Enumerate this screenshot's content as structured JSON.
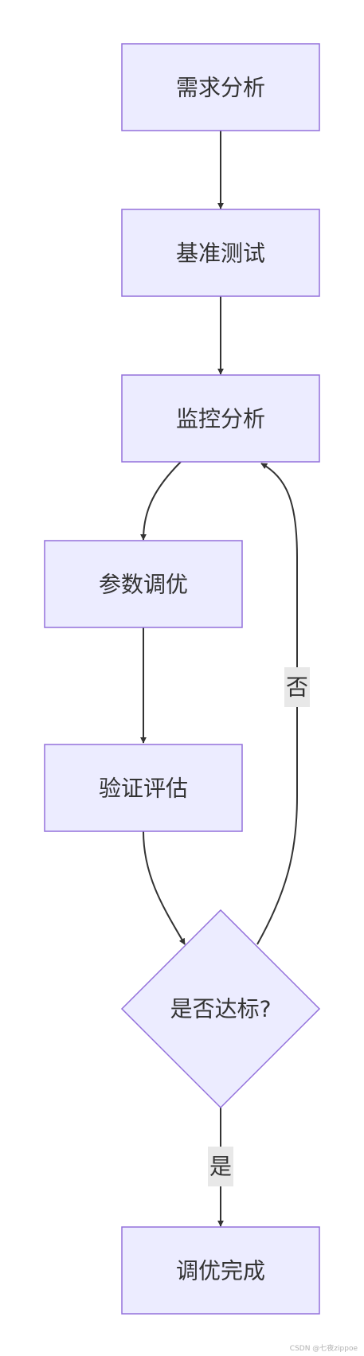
{
  "nodes": {
    "requirements": "需求分析",
    "benchmark": "基准测试",
    "monitor": "监控分析",
    "tuning": "参数调优",
    "validation": "验证评估",
    "decision": "是否达标?",
    "complete": "调优完成"
  },
  "edges": {
    "no_label": "否",
    "yes_label": "是"
  },
  "watermark": "CSDN @七夜zippoe",
  "colors": {
    "node_fill": "#ececff",
    "node_stroke": "#9370db",
    "edge": "#333333",
    "label_bg": "#e8e8e8"
  }
}
